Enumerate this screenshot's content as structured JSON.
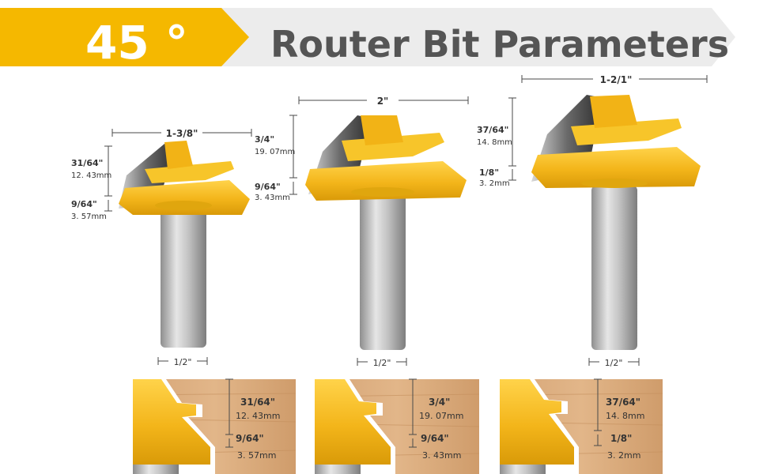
{
  "header": {
    "angle_label": "45 °",
    "title": "Router Bit Parameters"
  },
  "colors": {
    "accent": "#f5b800",
    "cutter_yellow": "#f3b71a",
    "title_gray": "#555555",
    "banner_gray": "#ececec",
    "shank_gray": "#b9b9b9",
    "wood": "#d9a878"
  },
  "bits": [
    {
      "width_label": "1-3/8\"",
      "height_label": "31/64\"",
      "height_mm": "12. 43mm",
      "offset_label": "9/64\"",
      "offset_mm": "3. 57mm",
      "shank_label": "1/2\""
    },
    {
      "width_label": "2\"",
      "height_label": "3/4\"",
      "height_mm": "19. 07mm",
      "offset_label": "9/64\"",
      "offset_mm": "3. 43mm",
      "shank_label": "1/2\""
    },
    {
      "width_label": "1-2/1\"",
      "height_label": "37/64\"",
      "height_mm": "14. 8mm",
      "offset_label": "1/8\"",
      "offset_mm": "3. 2mm",
      "shank_label": "1/2\""
    }
  ]
}
